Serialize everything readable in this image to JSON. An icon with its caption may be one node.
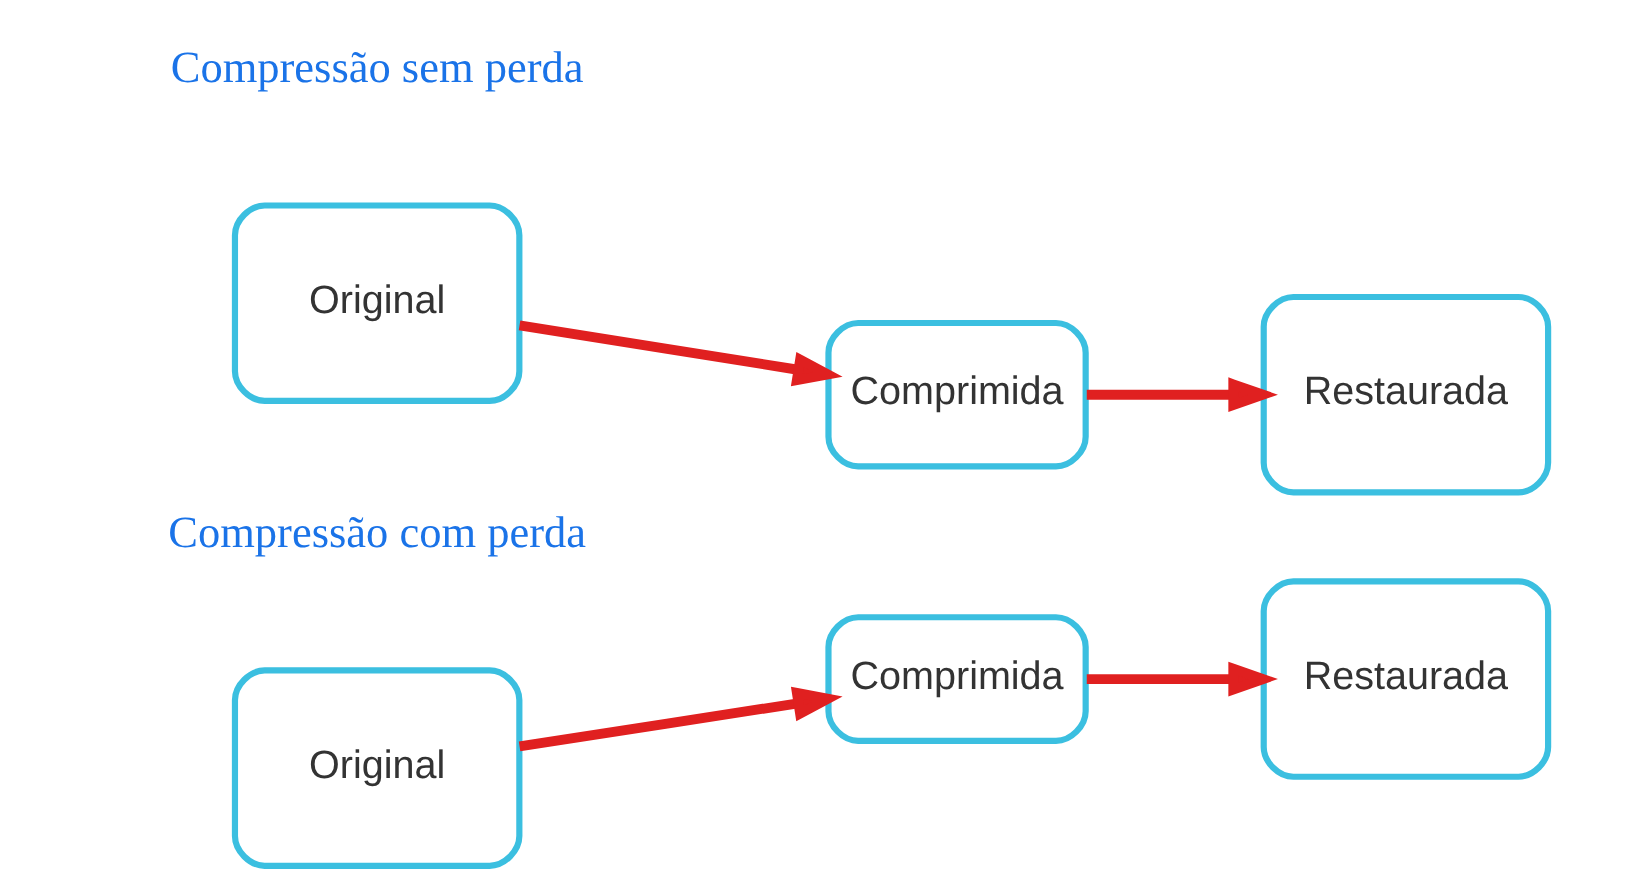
{
  "diagram": {
    "nodes": [
      {
        "text": [
          "Original"
        ]
      },
      {
        "text": [
          "Comprimida"
        ]
      },
      {
        "text": [
          "Restaurada"
        ]
      },
      {
        "text": [
          "Original"
        ]
      },
      {
        "text": [
          "Comprimida"
        ]
      },
      {
        "text": [
          "Restaurada"
        ]
      }
    ],
    "edges": [
      {
        "from": 0,
        "to": 1,
        "arrow": "to"
      },
      {
        "from": 1,
        "to": 2,
        "arrow": "to"
      },
      {
        "from": 3,
        "to": 4,
        "arrow": "to"
      },
      {
        "from": 4,
        "to": 5,
        "arrow": "to"
      }
    ],
    "labels": [
      "Compressão sem perda",
      "Compressão com perda"
    ]
  }
}
